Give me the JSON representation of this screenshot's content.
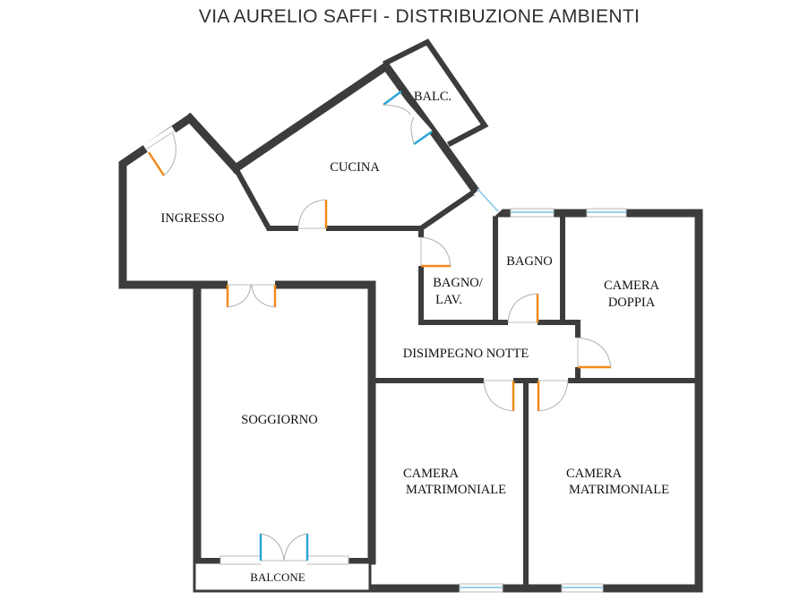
{
  "title": "VIA AURELIO SAFFI  - DISTRIBUZIONE AMBIENTI",
  "rooms": {
    "balc": "BALC.",
    "cucina": "CUCINA",
    "ingresso": "INGRESSO",
    "bagno_lav_1": "BAGNO/",
    "bagno_lav_2": "LAV.",
    "bagno": "BAGNO",
    "camera_doppia_1": "CAMERA",
    "camera_doppia_2": "DOPPIA",
    "disimpegno": "DISIMPEGNO NOTTE",
    "soggiorno": "SOGGIORNO",
    "camera_matr_1a": "CAMERA",
    "camera_matr_1b": "MATRIMONIALE",
    "camera_matr_2a": "CAMERA",
    "camera_matr_2b": "MATRIMONIALE",
    "balcone": "BALCONE"
  },
  "colors": {
    "wall": "#3c3c3c",
    "door_interior": "#f08a1c",
    "door_balcony": "#2aa6d6",
    "window_glass": "#9ad0e8"
  }
}
